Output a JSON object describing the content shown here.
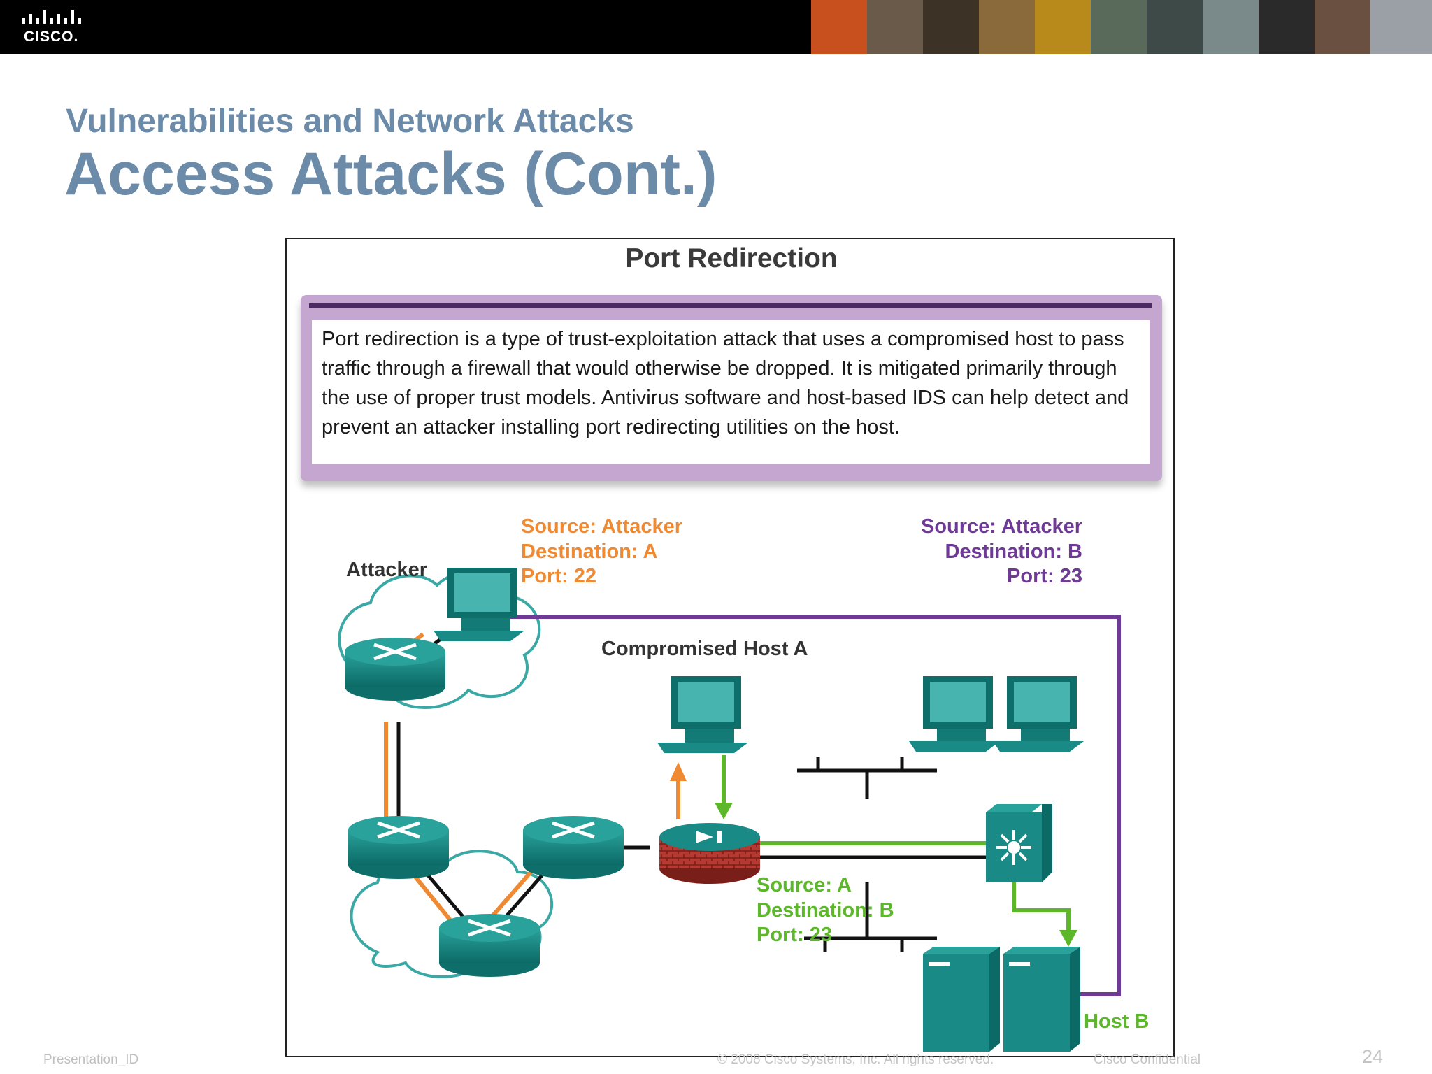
{
  "header": {
    "logo_text": "CISCO.",
    "photo_strip_colors": [
      "#c8501e",
      "#6a5a4a",
      "#3c3226",
      "#8a6a3a",
      "#b88a1c",
      "#5a6a5a",
      "#3e4a48",
      "#7a8a8a",
      "#2a2a2a",
      "#6a5040",
      "#9aa0a6"
    ]
  },
  "slide": {
    "subtitle": "Vulnerabilities and Network Attacks",
    "title": "Access Attacks (Cont.)"
  },
  "figure": {
    "title": "Port Redirection",
    "description": "Port redirection is a type of trust-exploitation attack that uses a compromised host to pass traffic through a firewall that would otherwise be dropped. It is mitigated primarily through the use of proper trust models. Antivirus software and host-based IDS can help detect and prevent an attacker installing port redirecting utilities on the host.",
    "labels": {
      "attacker": "Attacker",
      "compromised_host": "Compromised Host A",
      "host_b": "Host B"
    },
    "flows": {
      "orange": {
        "line1": "Source: Attacker",
        "line2": "Destination: A",
        "line3": "Port: 22",
        "color": "#f08a32"
      },
      "purple": {
        "line1": "Source: Attacker",
        "line2": "Destination: B",
        "line3": "Port: 23",
        "color": "#6e3a96"
      },
      "green": {
        "line1": "Source: A",
        "line2": "Destination: B",
        "line3": "Port: 23",
        "color": "#5cb82a"
      }
    },
    "colors": {
      "device_teal": "#1a8a86",
      "device_light": "#48b4b0",
      "firewall_red": "#b43a32",
      "cloud_outline": "#3aa8a4"
    }
  },
  "footer": {
    "presentation_id": "Presentation_ID",
    "copyright": "© 2008 Cisco Systems, Inc. All rights reserved.",
    "confidential": "Cisco Confidential",
    "page_number": "24"
  }
}
